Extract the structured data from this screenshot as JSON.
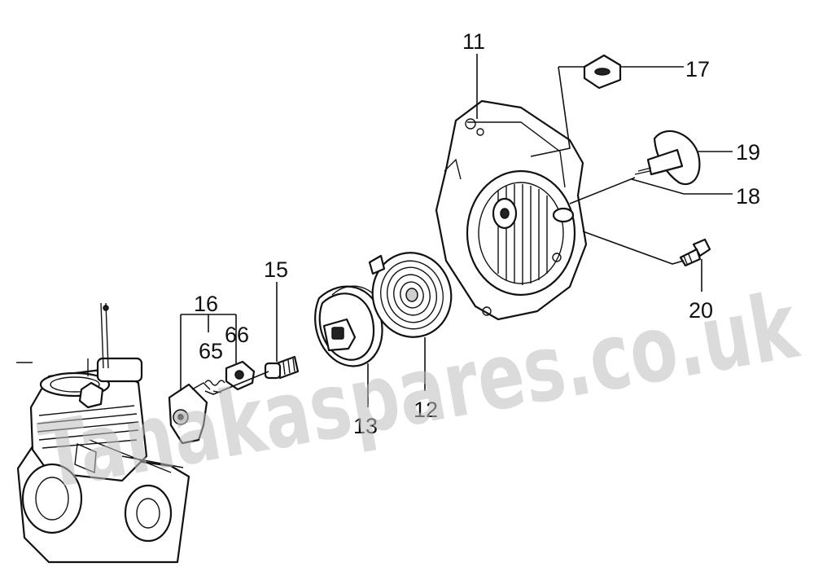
{
  "watermark": "Tanakaspares.co.uk",
  "callouts": {
    "c11": "11",
    "c12": "12",
    "c13": "13",
    "c15": "15",
    "c16": "16",
    "c17": "17",
    "c18": "18",
    "c19": "19",
    "c20": "20",
    "c65": "65",
    "c66": "66"
  },
  "parts": [
    "engine-block",
    "ignition-module",
    "screw",
    "reel",
    "spring-case",
    "recoil-housing",
    "grommet",
    "rope",
    "handle",
    "bolt"
  ]
}
